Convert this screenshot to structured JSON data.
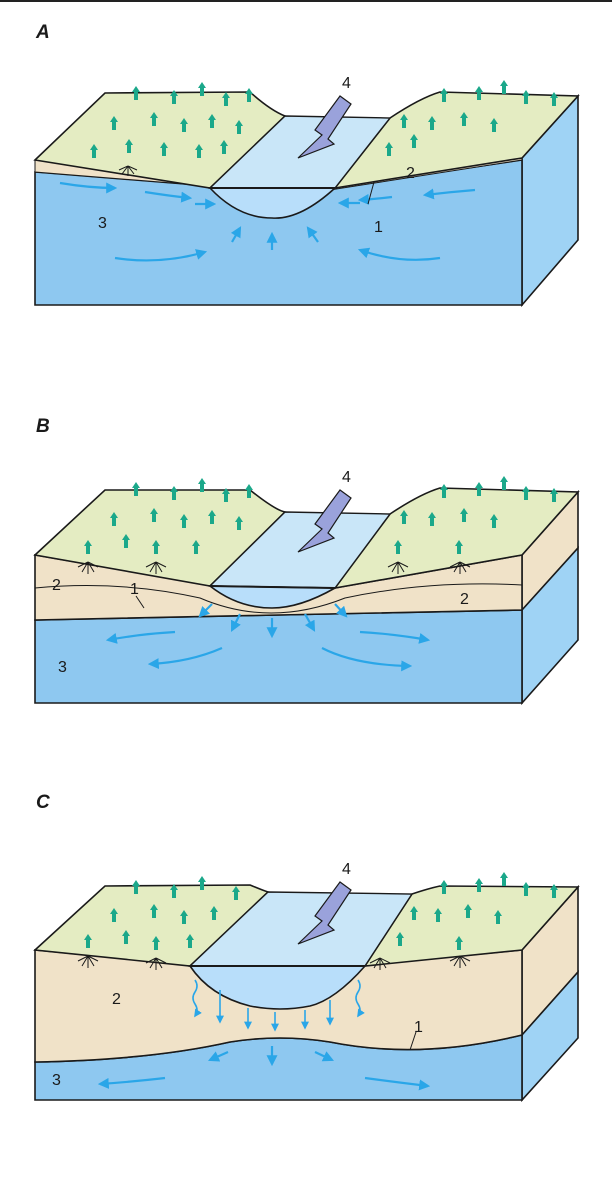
{
  "colors": {
    "grass": "#e4ecc2",
    "soil": "#f0e2c8",
    "water": "#8ec8f0",
    "side_water": "#9fd3f5",
    "stream": "#c9e6f8",
    "arrow_blue": "#2aa6e8",
    "big_arrow": "#9aa2db",
    "plant": "#1ba88a",
    "outline": "#1a1a1a"
  },
  "panels": [
    {
      "id": "A",
      "letter": "A",
      "labels": {
        "unsaturated": "1",
        "soil": "2",
        "groundwater": "3",
        "stream_arrow": "4"
      }
    },
    {
      "id": "B",
      "letter": "B",
      "labels": {
        "unsaturated": "1",
        "soil_left": "2",
        "soil_right": "2",
        "groundwater": "3",
        "stream_arrow": "4"
      }
    },
    {
      "id": "C",
      "letter": "C",
      "labels": {
        "unsaturated": "1",
        "soil": "2",
        "groundwater": "3",
        "stream_arrow": "4"
      }
    }
  ]
}
